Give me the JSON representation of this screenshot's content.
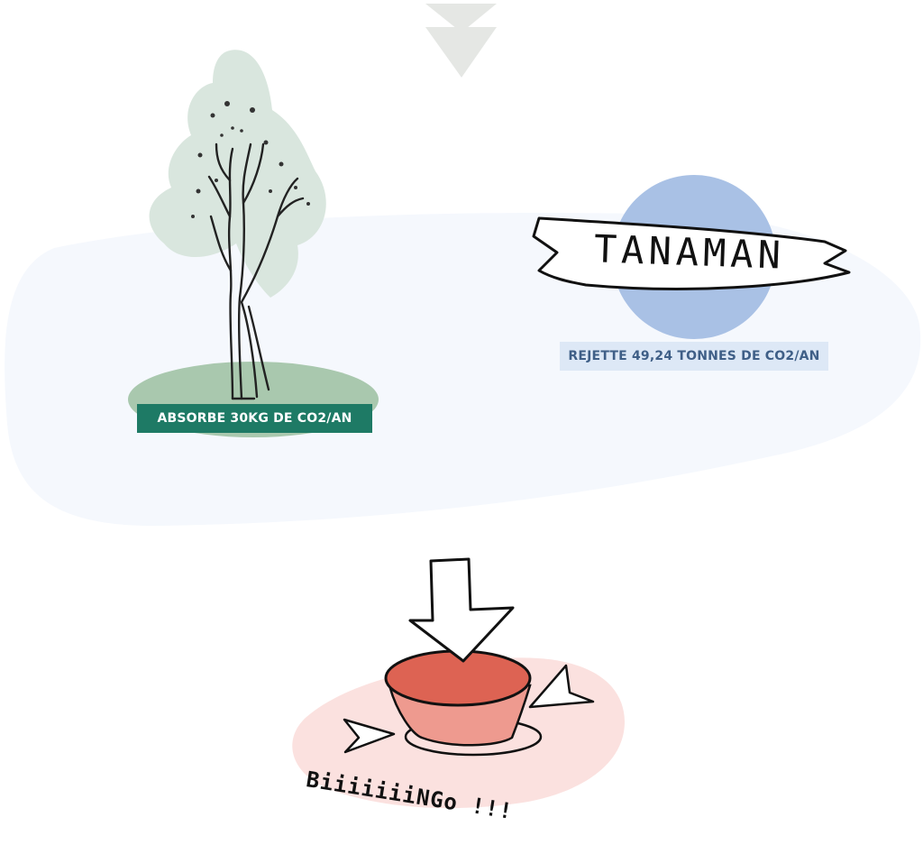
{
  "tree": {
    "label": "ABSORBE 30KG DE CO2/AN",
    "colors": {
      "foliage": "#d9e6de",
      "ground": "#a9c8ae",
      "label_bg": "#1e7a65"
    }
  },
  "human": {
    "banner": "TANAMAN",
    "label": "REJETTE 49,24 TONNES DE CO2/AN",
    "colors": {
      "circle": "#a9c1e5",
      "label_bg": "#dde8f6",
      "label_text": "#3f5f87"
    }
  },
  "button": {
    "caption": "BiiiiiiiNGo !!!",
    "colors": {
      "top": "#dd6353",
      "side": "#ee9a8f",
      "splash": "#fbe1df"
    }
  },
  "background": {
    "blob": "#f5f8fd",
    "top_arrow": "#e5e7e4"
  }
}
